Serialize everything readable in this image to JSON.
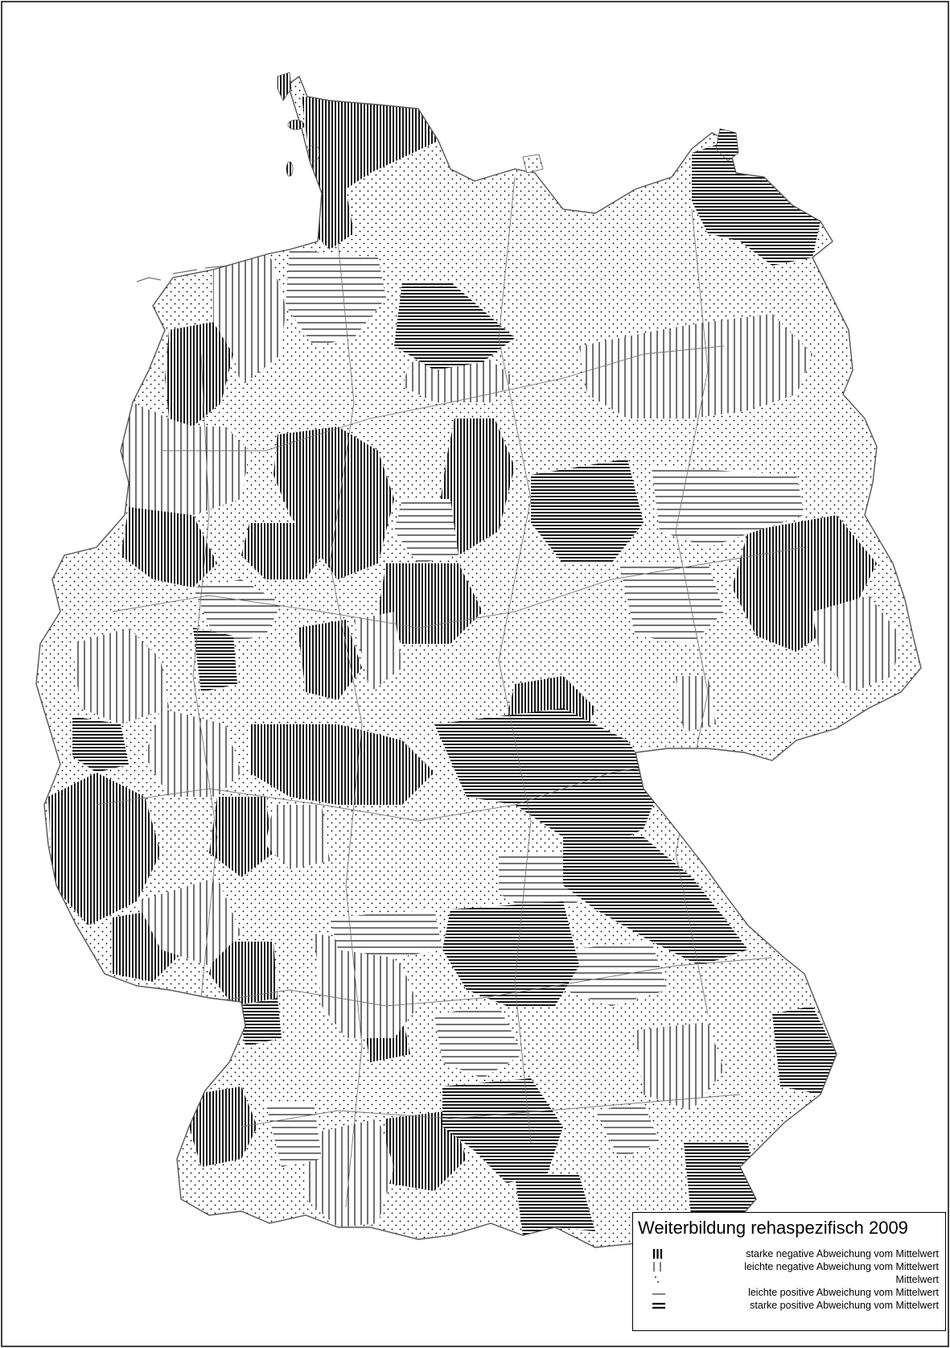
{
  "title": "Weiterbildung rehaspezifisch 2009",
  "legend": [
    {
      "symbol": "strong-vertical",
      "label": "starke negative Abweichung vom Mittelwert"
    },
    {
      "symbol": "light-vertical",
      "label": "leichte negative Abweichung vom Mittelwert"
    },
    {
      "symbol": "dots",
      "label": "Mittelwert"
    },
    {
      "symbol": "light-horizontal",
      "label": "leichte positive Abweichung vom Mittelwert"
    },
    {
      "symbol": "strong-horizontal",
      "label": "starke positive Abweichung vom Mittelwert"
    }
  ],
  "colors": {
    "ink": "#000000",
    "border": "#777777",
    "paper": "#ffffff"
  }
}
